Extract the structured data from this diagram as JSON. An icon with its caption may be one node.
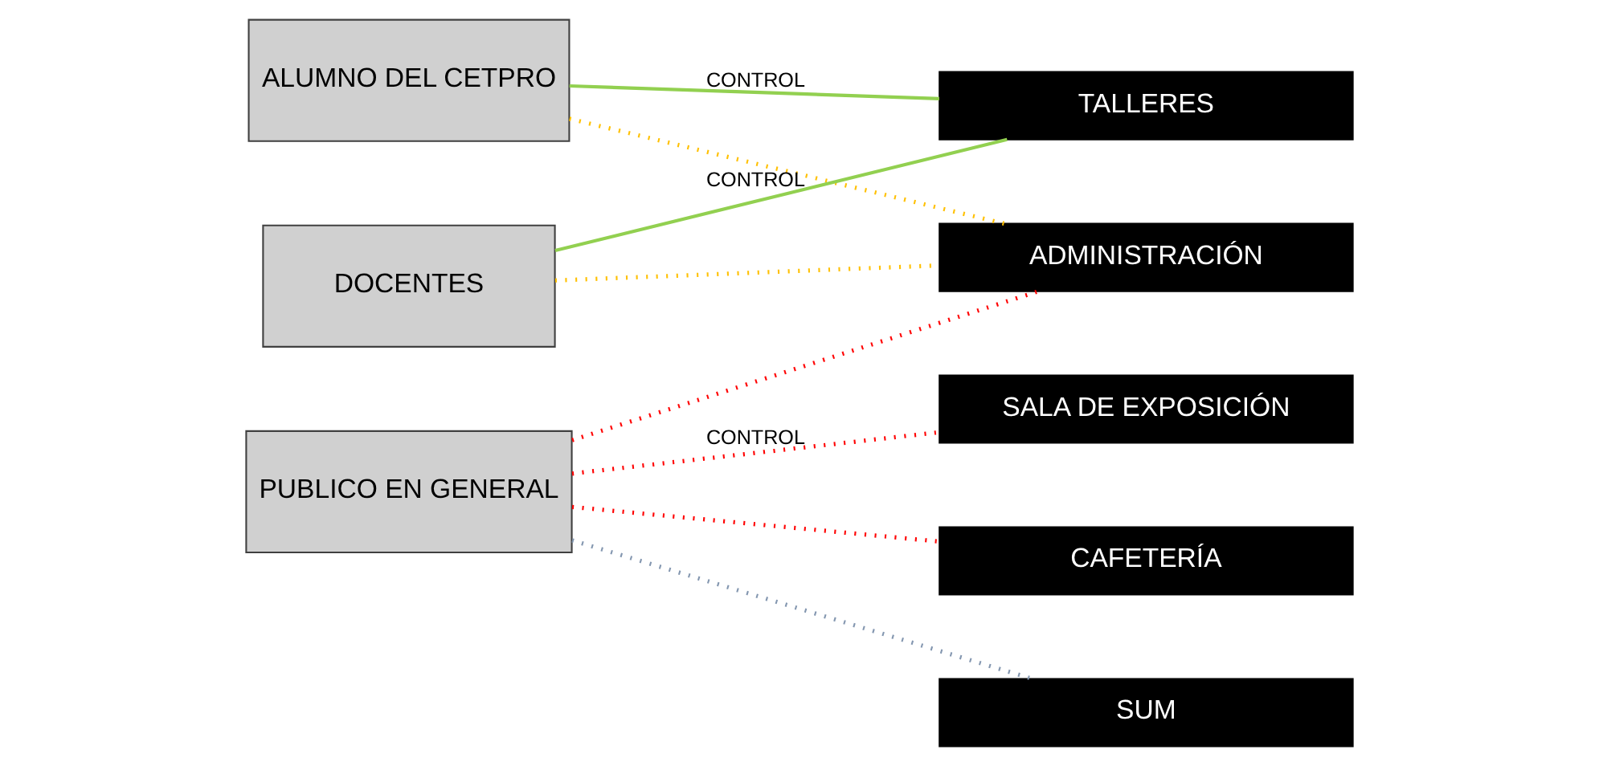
{
  "diagram": {
    "nodes": [
      {
        "text": [
          "ALUMNO DEL CETPRO"
        ]
      },
      {
        "text": [
          "DOCENTES"
        ]
      },
      {
        "text": [
          "PUBLICO EN GENERAL"
        ]
      },
      {
        "text": [
          "TALLERES"
        ]
      },
      {
        "text": [
          "ADMINISTRACIÓN"
        ]
      },
      {
        "text": [
          "SALA DE EXPOSICIÓN"
        ]
      },
      {
        "text": [
          "CAFETERÍA"
        ]
      },
      {
        "text": [
          "SUM"
        ]
      }
    ],
    "edges": [
      {
        "from": 0,
        "to": 3,
        "arrow": "none",
        "label": "CONTROL",
        "color": "#92d050"
      },
      {
        "from": 1,
        "to": 3,
        "arrow": "none",
        "label": "CONTROL",
        "color": "#92d050"
      },
      {
        "from": 0,
        "to": 4,
        "arrow": "none",
        "style": "dashed",
        "color": "#ffc000"
      },
      {
        "from": 1,
        "to": 4,
        "arrow": "none",
        "style": "dashed",
        "color": "#ffc000"
      },
      {
        "from": 2,
        "to": 4,
        "arrow": "none",
        "style": "dashed",
        "color": "#ff0000"
      },
      {
        "from": 2,
        "to": 5,
        "arrow": "none",
        "style": "dashed",
        "color": "#ff0000",
        "label": "CONTROL"
      },
      {
        "from": 2,
        "to": 6,
        "arrow": "none",
        "style": "dashed",
        "color": "#ff0000"
      },
      {
        "from": 2,
        "to": 7,
        "arrow": "none",
        "style": "dashed",
        "color": "#8497b0"
      }
    ]
  }
}
